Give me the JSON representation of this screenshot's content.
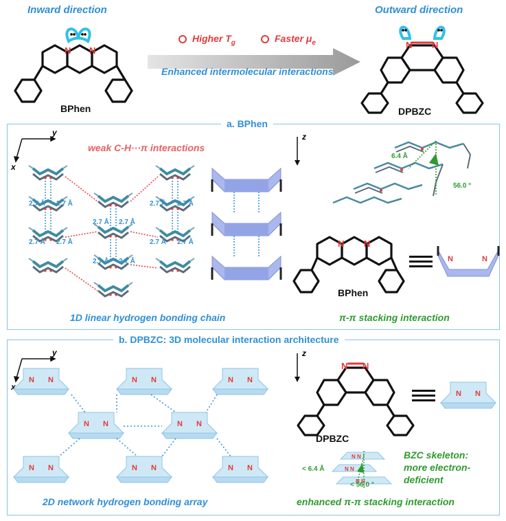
{
  "top": {
    "inward_label": "Inward direction",
    "outward_label": "Outward direction",
    "feature_1_pre": "Higher ",
    "feature_1_var": "T",
    "feature_1_sub": "g",
    "feature_2_pre": "Faster ",
    "feature_2_var": "μ",
    "feature_2_sub": "e",
    "arrow_caption": "Enhanced intermolecular interactions",
    "left_molecule": "BPhen",
    "right_molecule": "DPBZC"
  },
  "panel_a": {
    "title": "a. BPhen",
    "axis_y": "y",
    "axis_x": "x",
    "axis_z": "z",
    "weak_interaction": "weak C-H···π interactions",
    "distances": [
      "2.7 Å",
      "2.7 Å",
      "2.7 Å",
      "2.7 Å",
      "2.7 Å",
      "2.7 Å",
      "2.7 Å",
      "2.7 Å",
      "2.7 Å",
      "2.7 Å",
      "2.7 Å",
      "2.7 Å"
    ],
    "stack_distance": "6.4 Å",
    "stack_angle": "56.0 °",
    "molecule_label": "BPhen",
    "n_label": "N",
    "left_caption": "1D linear hydrogen bonding chain",
    "right_caption": "π-π stacking interaction"
  },
  "panel_b": {
    "title": "b. DPBZC: 3D molecular interaction architecture",
    "axis_y": "y",
    "axis_x": "x",
    "axis_z": "z",
    "n_label": "N",
    "molecule_label": "DPBZC",
    "dist_label": "< 6.4 Å",
    "angle_label": "< 56.0 °",
    "skeleton_line1": "BZC  skeleton:",
    "skeleton_line2": "more electron-",
    "skeleton_line3": "deficient",
    "left_caption": "2D network hydrogen bonding array",
    "right_caption": "enhanced π-π stacking interaction"
  },
  "colors": {
    "accent_blue": "#2f8fd6",
    "red": "#e23a3a",
    "green": "#2e9a2e",
    "panel_border": "#88c4e6",
    "shape_fill_a": "#aab8ee",
    "shape_fill_b": "#cfe8f6"
  }
}
